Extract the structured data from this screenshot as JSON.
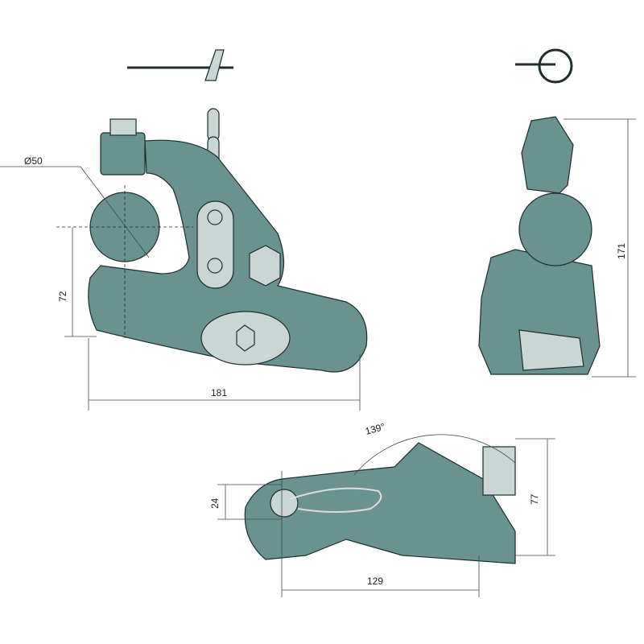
{
  "colors": {
    "body": "#6a9390",
    "light": "#c9d6d3",
    "line": "#1e2e2c"
  },
  "dimensions": {
    "ball_diameter": "Ø50",
    "height_front": "72",
    "length_front": "181",
    "height_side": "171",
    "angle_top": "139°",
    "pin_offset": "24",
    "height_top": "77",
    "length_top": "129"
  }
}
